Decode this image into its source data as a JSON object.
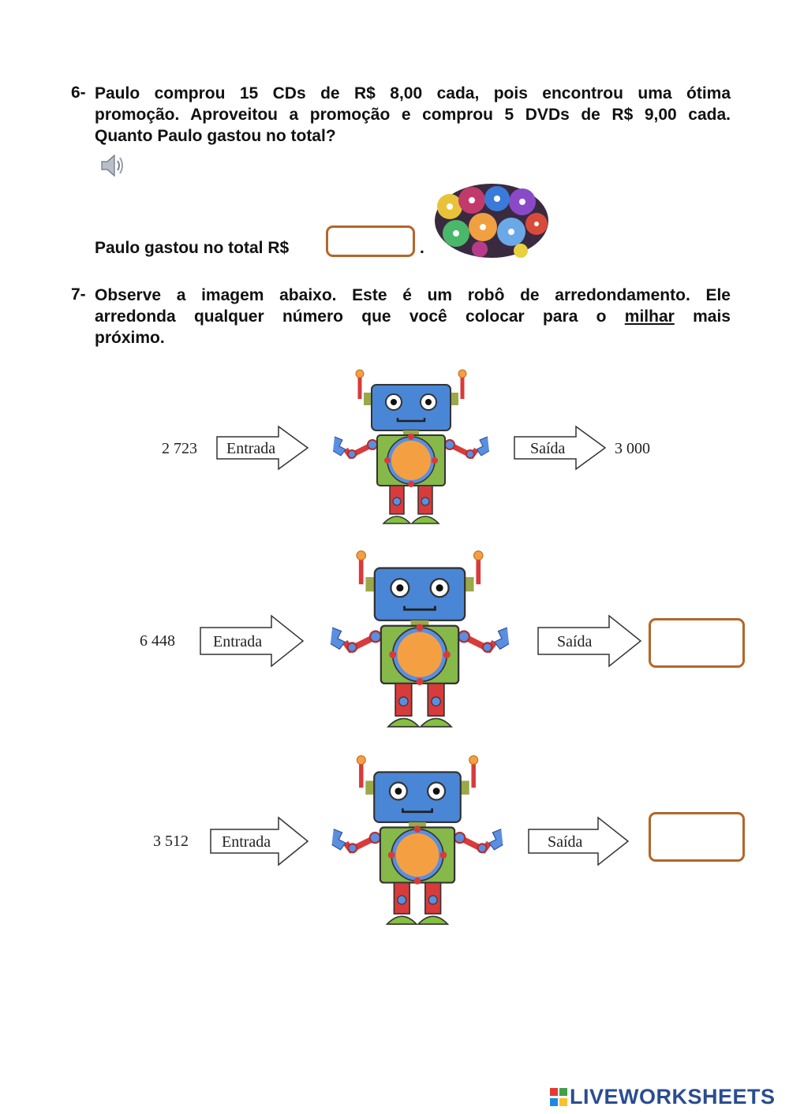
{
  "q6": {
    "number": "6-",
    "lines": [
      "Paulo comprou 15 CDs de R$ 8,00 cada, pois encontrou uma ótima",
      "promoção.  Aproveitou a promoção e comprou 5 DVDs de R$ 9,00 cada.",
      "Quanto Paulo gastou no total?"
    ],
    "answer_prefix": "Paulo gastou no total R$",
    "answer_suffix": ".",
    "answer_value": ""
  },
  "q7": {
    "number": "7-",
    "line1": "Observe a imagem abaixo. Este é um robô de arredondamento. Ele",
    "line2_before": "arredonda qualquer número que você colocar para o",
    "line2_underlined": "milhar",
    "line2_after": "mais",
    "line3": "próximo."
  },
  "robots": [
    {
      "input": "2 723",
      "entrada_label": "Entrada",
      "saida_label": "Saída",
      "output": "3 000"
    },
    {
      "input": "6 448",
      "entrada_label": "Entrada",
      "saida_label": "Saída",
      "output": ""
    },
    {
      "input": "3 512",
      "entrada_label": "Entrada",
      "saida_label": "Saída",
      "output": ""
    }
  ],
  "colors": {
    "answer_border": "#b4662a",
    "robot_head": "#4a86d6",
    "robot_body": "#86b84a",
    "robot_belly": "#f4a042",
    "robot_limb": "#d83b3b",
    "brand": "#2a4d8f"
  },
  "icons": {
    "audio": "speaker-icon",
    "image": "cds-collage-image"
  },
  "brand": "LIVEWORKSHEETS"
}
